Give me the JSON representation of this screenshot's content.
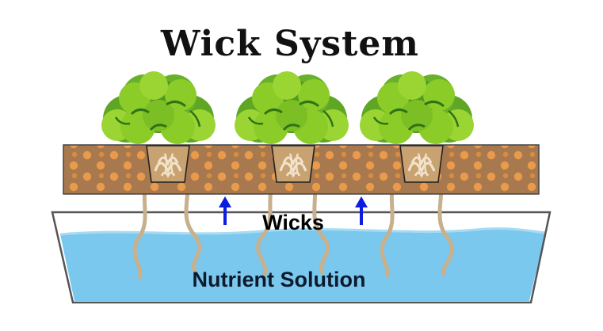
{
  "title": "Wick System",
  "labels": {
    "wicks": "Wicks",
    "nutrient_solution": "Nutrient Solution"
  },
  "colors": {
    "medium": "#a8794f",
    "pellet": "#e99a4b",
    "water": "#7ac8ee",
    "wick": "#c8b08c",
    "leaf_light": "#8ccc28",
    "leaf_dark": "#3e8c1a",
    "arrow": "#0b1de0",
    "reservoir_outline": "#555555"
  },
  "icons": {
    "plant": "lettuce-plant-icon",
    "arrow": "up-arrow-icon"
  }
}
